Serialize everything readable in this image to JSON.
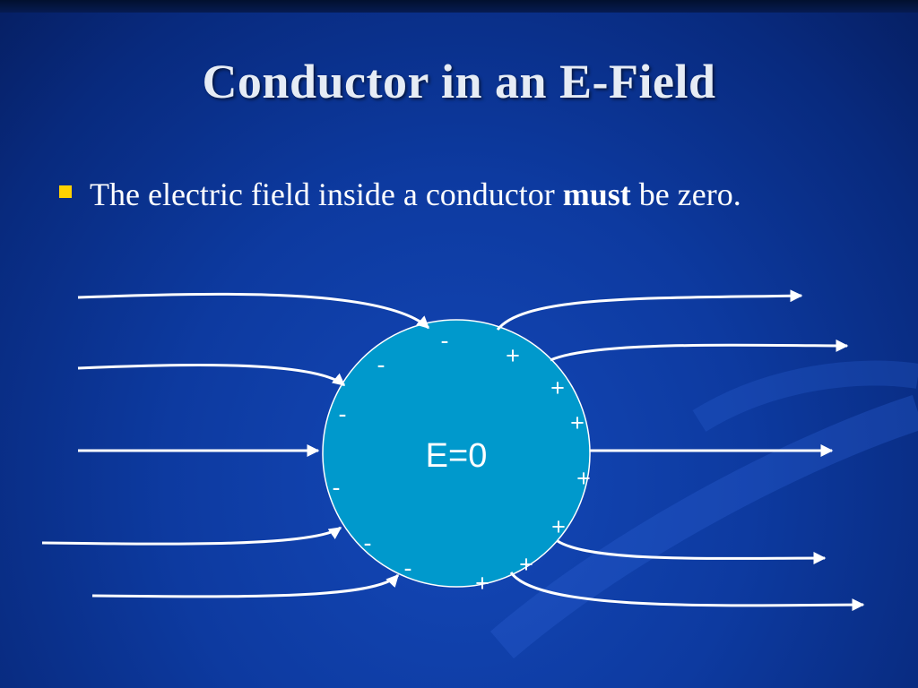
{
  "slide": {
    "title": "Conductor in an E-Field",
    "bullet": {
      "before": "The electric field inside a conductor ",
      "emphasis": "must",
      "after": " be zero."
    }
  },
  "diagram": {
    "conductor_label": "E=0",
    "conductor_color": "#0099cc",
    "negative_sign": "-",
    "positive_sign": "+"
  },
  "colors": {
    "title": "#e6ecf5",
    "bullet_marker": "#ffd200",
    "field_lines": "#ffffff"
  }
}
